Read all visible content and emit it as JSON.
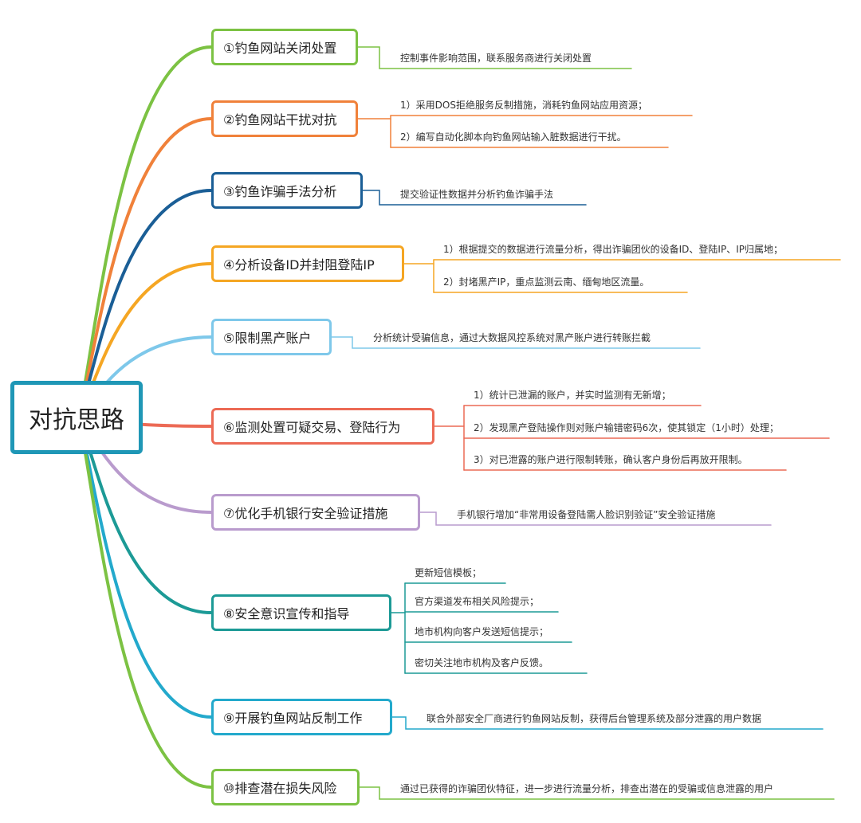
{
  "root": {
    "label": "对抗思路"
  },
  "branches": [
    {
      "label": "①钓鱼网站关闭处置",
      "color": "#7cc243",
      "items": [
        "控制事件影响范围，联系服务商进行关闭处置"
      ]
    },
    {
      "label": "②钓鱼网站干扰对抗",
      "color": "#f0813a",
      "items": [
        "1）采用DOS拒绝服务反制措施，消耗钓鱼网站应用资源；",
        "2）编写自动化脚本向钓鱼网站输入脏数据进行干扰。"
      ]
    },
    {
      "label": "③钓鱼诈骗手法分析",
      "color": "#1a5e96",
      "items": [
        "提交验证性数据并分析钓鱼诈骗手法"
      ]
    },
    {
      "label": "④分析设备ID并封阻登陆IP",
      "color": "#f5a623",
      "items": [
        "1）根据提交的数据进行流量分析，得出诈骗团伙的设备ID、登陆IP、IP归属地；",
        "2）封堵黑产IP，重点监测云南、缅甸地区流量。"
      ]
    },
    {
      "label": "⑤限制黑产账户",
      "color": "#7ec8ea",
      "items": [
        "分析统计受骗信息，通过大数据风控系统对黑产账户进行转账拦截"
      ]
    },
    {
      "label": "⑥监测处置可疑交易、登陆行为",
      "color": "#ec6a55",
      "items": [
        "1）统计已泄漏的账户，并实时监测有无新增；",
        "2）发现黑产登陆操作则对账户输错密码6次，使其锁定（1小时）处理；",
        "3）对已泄露的账户进行限制转账，确认客户身份后再放开限制。"
      ]
    },
    {
      "label": "⑦优化手机银行安全验证措施",
      "color": "#b99bcd",
      "items": [
        "手机银行增加“非常用设备登陆需人脸识别验证”安全验证措施"
      ]
    },
    {
      "label": "⑧安全意识宣传和指导",
      "color": "#1c9a96",
      "items": [
        "更新短信模板；",
        "官方渠道发布相关风险提示；",
        "地市机构向客户发送短信提示；",
        "密切关注地市机构及客户反馈。"
      ]
    },
    {
      "label": "⑨开展钓鱼网站反制工作",
      "color": "#23a9cc",
      "items": [
        "联合外部安全厂商进行钓鱼网站反制，获得后台管理系统及部分泄露的用户数据"
      ]
    },
    {
      "label": "⑩排查潜在损失风险",
      "color": "#7cc243",
      "items": [
        "通过已获得的诈骗团伙特征，进一步进行流量分析，排查出潜在的受骗或信息泄露的用户"
      ]
    }
  ]
}
